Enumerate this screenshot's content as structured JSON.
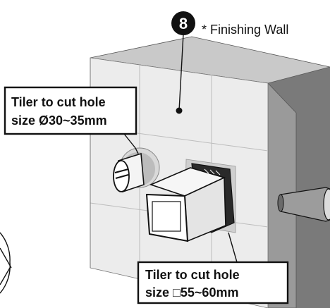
{
  "step": {
    "number": "8",
    "note": "* Finishing Wall"
  },
  "callout_round": {
    "line1": "Tiler to cut hole",
    "line2": "size Ø30~35mm"
  },
  "callout_square": {
    "line1": "Tiler to cut hole",
    "line2": "size □55~60mm"
  },
  "colors": {
    "wall_face": "#ececec",
    "wall_top": "#c9c9c9",
    "wall_side": "#8f8f8f",
    "wall_back": "#6e6e6e",
    "outline": "#111111",
    "badge": "#111111"
  }
}
